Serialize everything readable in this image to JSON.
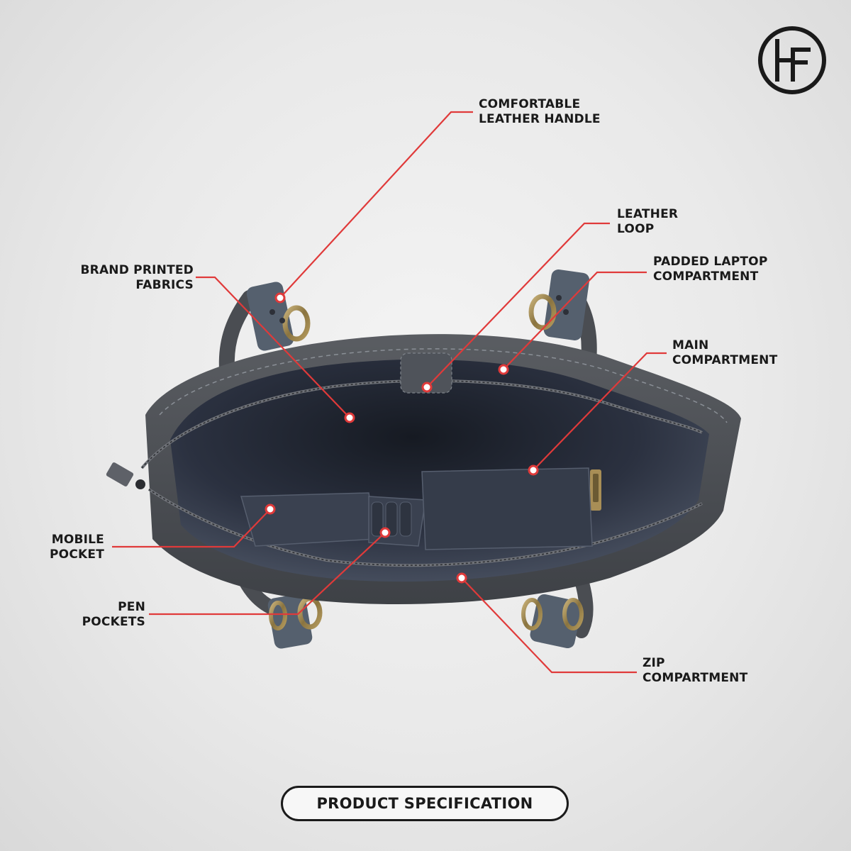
{
  "brand": {
    "logo_name": "monogram-logo"
  },
  "callouts": {
    "handle": {
      "line1": "COMFORTABLE",
      "line2": "LEATHER HANDLE"
    },
    "loop": {
      "line1": "LEATHER",
      "line2": "LOOP"
    },
    "laptop": {
      "line1": "PADDED LAPTOP",
      "line2": "COMPARTMENT"
    },
    "main": {
      "line1": "MAIN",
      "line2": "COMPARTMENT"
    },
    "fabrics": {
      "line1": "BRAND PRINTED",
      "line2": "FABRICS"
    },
    "mobile": {
      "line1": "MOBILE",
      "line2": "POCKET"
    },
    "pen": {
      "line1": "PEN",
      "line2": "POCKETS"
    },
    "zip": {
      "line1": "ZIP",
      "line2": "COMPARTMENT"
    }
  },
  "footer": {
    "spec_label": "PRODUCT SPECIFICATION"
  },
  "colors": {
    "accent_red": "#e03a3a",
    "bag_leather": "#4a4d52",
    "lining": "#2a2f3a",
    "text": "#1a1a1a"
  }
}
